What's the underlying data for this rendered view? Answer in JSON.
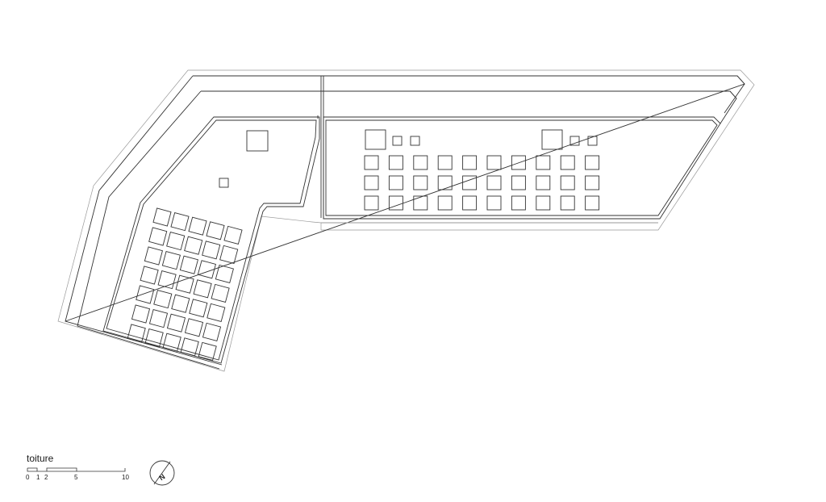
{
  "drawing": {
    "title": "toiture",
    "stroke_color": "#333333",
    "background": "#ffffff"
  },
  "scale_bar": {
    "ticks": [
      "0",
      "1",
      "2",
      "5",
      "10"
    ]
  },
  "north_arrow": {
    "letter": "N",
    "icon": "north-arrow-icon"
  },
  "skylights": {
    "west_wing_rows": 7,
    "west_wing_cols": 5,
    "east_wing_rows": 3,
    "east_wing_cols": 10
  }
}
